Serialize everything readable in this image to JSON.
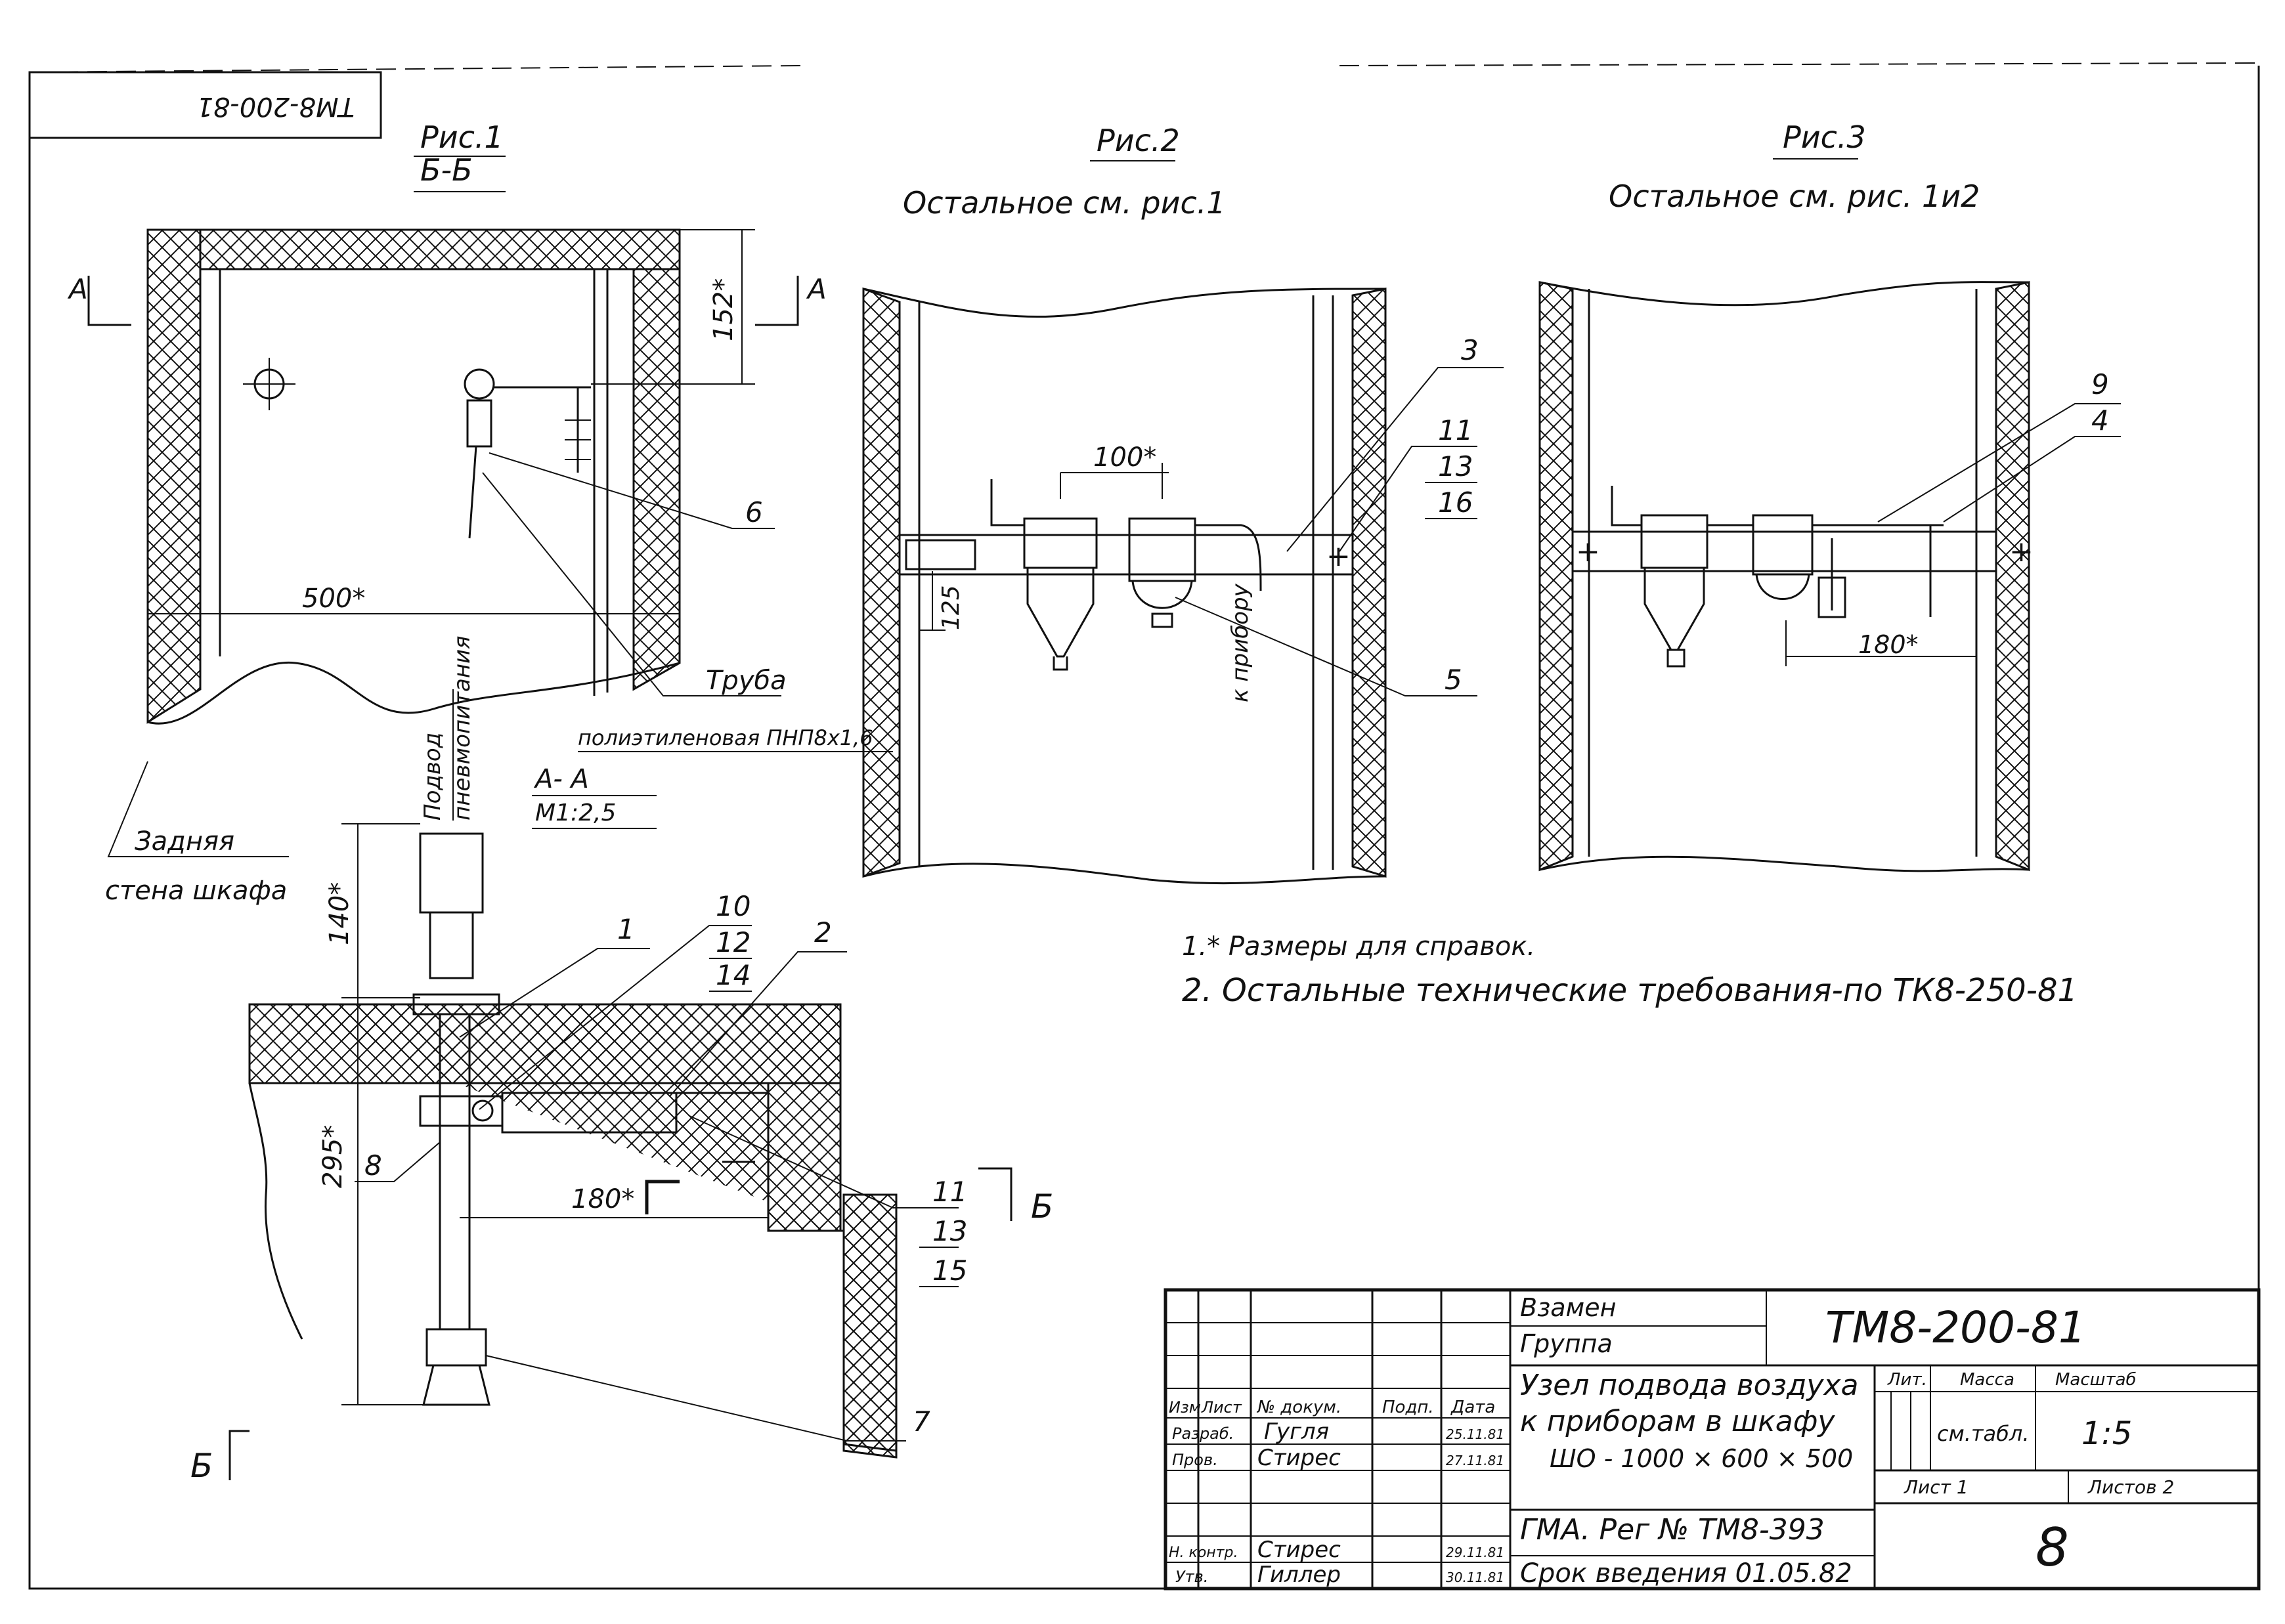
{
  "sheet": {
    "code_rotated": "ТМ8-200-81"
  },
  "fig1": {
    "title": "Рис.1",
    "section": "Б-Б",
    "arrow_a_left": "А",
    "arrow_a_right": "А",
    "dim_152": "152*",
    "dim_500": "500*",
    "callout_6": "6",
    "pipe_label_1": "Труба",
    "pipe_label_2": "полиэтиленовая ПНП8х1,6",
    "back_wall_1": "Задняя",
    "back_wall_2": "стена шкафа"
  },
  "fig2": {
    "title": "Рис.2",
    "subtitle": "Остальное см. рис.1",
    "dim_100": "100*",
    "dim_125": "125",
    "to_device": "к прибору",
    "callout_3": "3",
    "callout_5": "5",
    "callout_11": "11",
    "callout_13": "13",
    "callout_16": "16"
  },
  "fig3": {
    "title": "Рис.3",
    "subtitle": "Остальное см. рис. 1и2",
    "dim_180": "180*",
    "callout_9": "9",
    "callout_4": "4"
  },
  "section_aa": {
    "title": "А- А",
    "scale": "М1:2,5",
    "supply_1": "Подвод",
    "supply_2": "пневмопитания",
    "dim_140": "140*",
    "dim_295": "295*",
    "dim_180": "180*",
    "callout_1": "1",
    "callout_2": "2",
    "callout_7": "7",
    "callout_8": "8",
    "callout_10": "10",
    "callout_12": "12",
    "callout_14": "14",
    "callout_11": "11",
    "callout_13": "13",
    "callout_15": "15",
    "section_mark_b": "Б",
    "section_mark_b2": "Б"
  },
  "notes": [
    "1.* Размеры для справок.",
    "2. Остальные технические требования-по ТК8-250-81"
  ],
  "title_block": {
    "vzamen": "Взамен",
    "gruppa": "Группа",
    "doc_code": "ТМ8-200-81",
    "name_1": "Узел подвода воздуха",
    "name_2": "к приборам в шкафу",
    "name_3": "ШО - 1000 × 600 × 500",
    "col_izm": "Изм",
    "col_list": "Лист",
    "col_doc": "№ докум.",
    "col_podp": "Подп.",
    "col_data": "Дата",
    "row_razrab": "Разраб.",
    "row_prov": "Пров.",
    "row_nkontr": "Н. контр.",
    "row_utv": "Утв.",
    "razrab_name": "Гугля",
    "razrab_date": "25.11.81",
    "prov_name": "Стирес",
    "prov_date": "27.11.81",
    "nkontr_name": "Стирес",
    "nkontr_date": "29.11.81",
    "utv_name": "Гиллер",
    "utv_date": "30.11.81",
    "lit": "Лит.",
    "massa": "Масса",
    "masshtab": "Масштаб",
    "massa_val": "см.табл.",
    "scale_val": "1:5",
    "list_label": "Лист 1",
    "listov_label": "Листов 2",
    "reg": "ГМА. Рег № ТМ8-393",
    "srok": "Срок введения 01.05.82",
    "sheet_num": "8"
  }
}
